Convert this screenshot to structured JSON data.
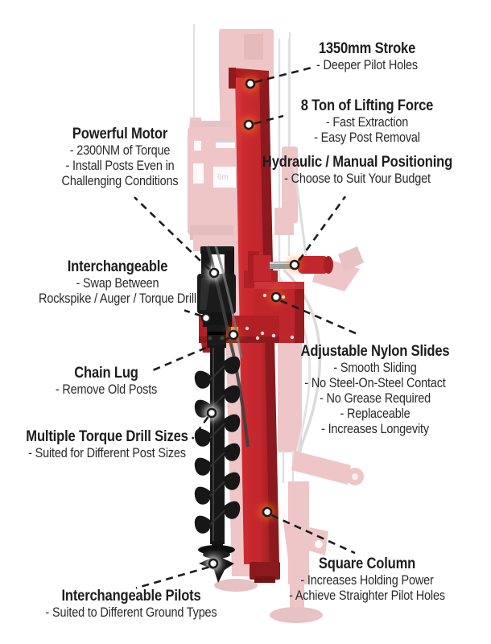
{
  "figure": {
    "type": "annotated-product-diagram",
    "subject": "Post driver drilling rig with torque drill auger",
    "background_color": "#ffffff",
    "accent_red": "#c1272d",
    "text_color": "#222222"
  },
  "machine": {
    "plate_label": "6m",
    "highlighted_parts": [
      "square column",
      "carriage",
      "positioning arm",
      "torque drill motor",
      "auger",
      "pilot tip"
    ]
  },
  "callouts": [
    {
      "id": "stroke",
      "title": "1350mm Stroke",
      "lines": [
        "- Deeper Pilot Holes"
      ]
    },
    {
      "id": "lifting-force",
      "title": "8 Ton of Lifting Force",
      "lines": [
        "- Fast Extraction",
        "- Easy Post Removal"
      ]
    },
    {
      "id": "positioning",
      "title": "Hydraulic / Manual Positioning",
      "lines": [
        "- Choose to Suit Your Budget"
      ]
    },
    {
      "id": "motor",
      "title": "Powerful Motor",
      "lines": [
        "- 2300NM of Torque",
        "- Install Posts Even in",
        "Challenging Conditions"
      ]
    },
    {
      "id": "interchangeable",
      "title": "Interchangeable",
      "lines": [
        "- Swap Between",
        "Rockspike / Auger / Torque Drill"
      ]
    },
    {
      "id": "chain-lug",
      "title": "Chain Lug",
      "lines": [
        "- Remove Old Posts"
      ]
    },
    {
      "id": "nylon-slides",
      "title": "Adjustable Nylon Slides",
      "lines": [
        "- Smooth Sliding",
        "- No Steel-On-Steel Contact",
        "- No Grease Required",
        "- Replaceable",
        "- Increases Longevity"
      ]
    },
    {
      "id": "drill-sizes",
      "title": "Multiple Torque Drill Sizes",
      "lines": [
        "- Suited for Different Post Sizes"
      ]
    },
    {
      "id": "square-column",
      "title": "Square Column",
      "lines": [
        "- Increases Holding Power",
        "- Achieve Straighter Pilot Holes"
      ]
    },
    {
      "id": "pilots",
      "title": "Interchangeable Pilots",
      "lines": [
        "- Suited to Different Ground Types"
      ]
    }
  ]
}
